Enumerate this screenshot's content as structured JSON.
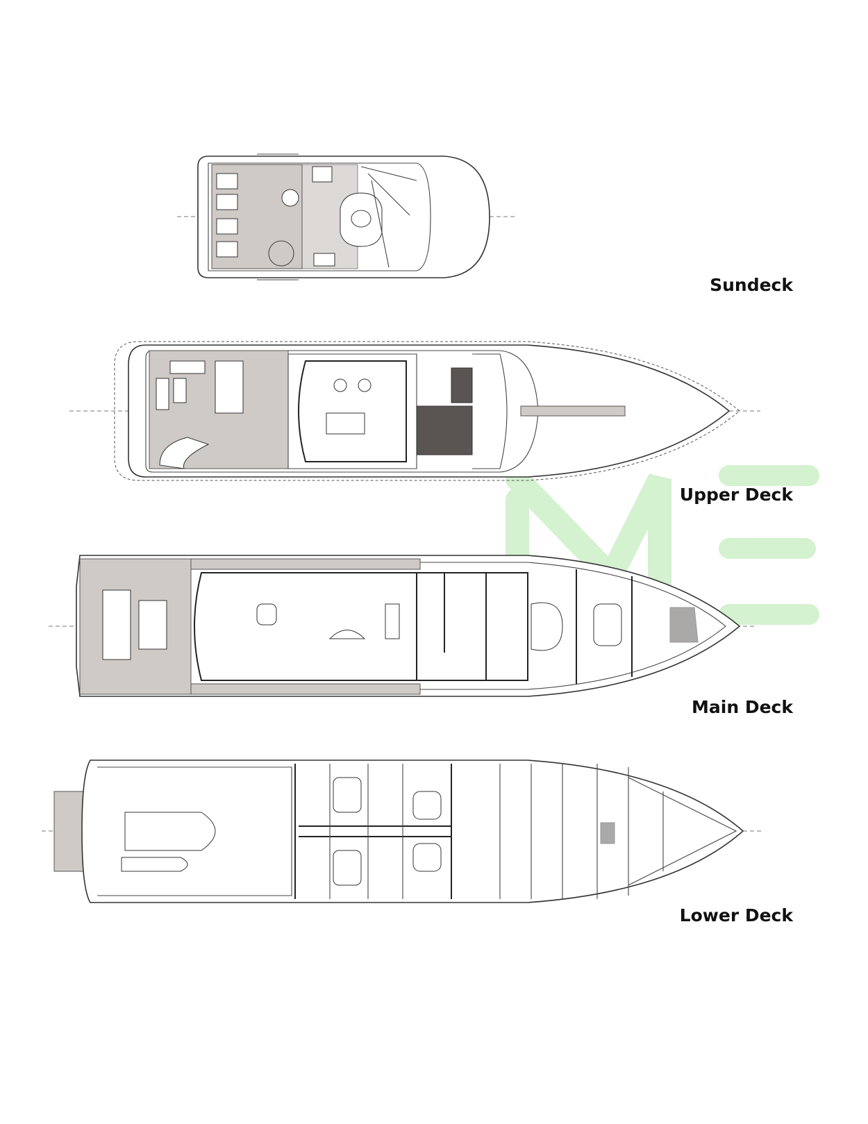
{
  "decks": [
    {
      "id": "sundeck",
      "label": "Sundeck"
    },
    {
      "id": "upper-deck",
      "label": "Upper Deck"
    },
    {
      "id": "main-deck",
      "label": "Main Deck"
    },
    {
      "id": "lower-deck",
      "label": "Lower Deck"
    }
  ],
  "watermark": {
    "text": "ME",
    "color": "#c9eec4"
  }
}
